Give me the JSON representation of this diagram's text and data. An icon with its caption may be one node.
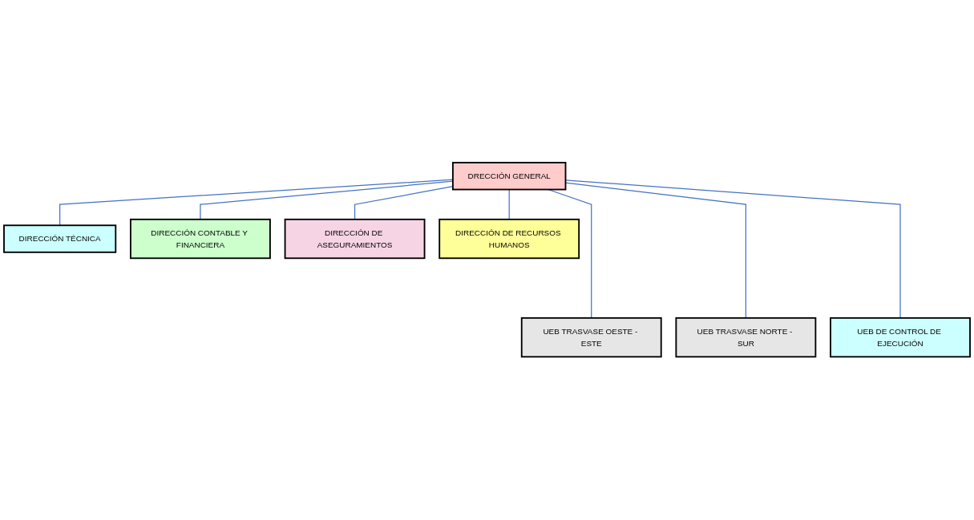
{
  "diagram": {
    "nodes": [
      {
        "text": [
          "DRECCIÓN GENERAL"
        ]
      },
      {
        "text": [
          "DIRECCIÓN TÉCNICA"
        ]
      },
      {
        "text": [
          "DIRECCIÓN CONTABLE Y FINANCIERA"
        ]
      },
      {
        "text": [
          "DIRECCIÓN DE ASEGURAMIENTOS"
        ]
      },
      {
        "text": [
          "DIRECCIÓN DE RECURSOS HUMANOS"
        ]
      },
      {
        "text": [
          "UEB TRASVASE OESTE - ESTE"
        ]
      },
      {
        "text": [
          "UEB TRASVASE NORTE - SUR"
        ]
      },
      {
        "text": [
          "UEB DE CONTROL DE EJECUCIÓN"
        ]
      }
    ],
    "edges": [
      {
        "from": 0,
        "to": 1,
        "arrow": "none"
      },
      {
        "from": 0,
        "to": 2,
        "arrow": "none"
      },
      {
        "from": 0,
        "to": 3,
        "arrow": "none"
      },
      {
        "from": 0,
        "to": 4,
        "arrow": "none"
      },
      {
        "from": 0,
        "to": 5,
        "arrow": "none"
      },
      {
        "from": 0,
        "to": 6,
        "arrow": "none"
      },
      {
        "from": 0,
        "to": 7,
        "arrow": "none"
      }
    ]
  }
}
